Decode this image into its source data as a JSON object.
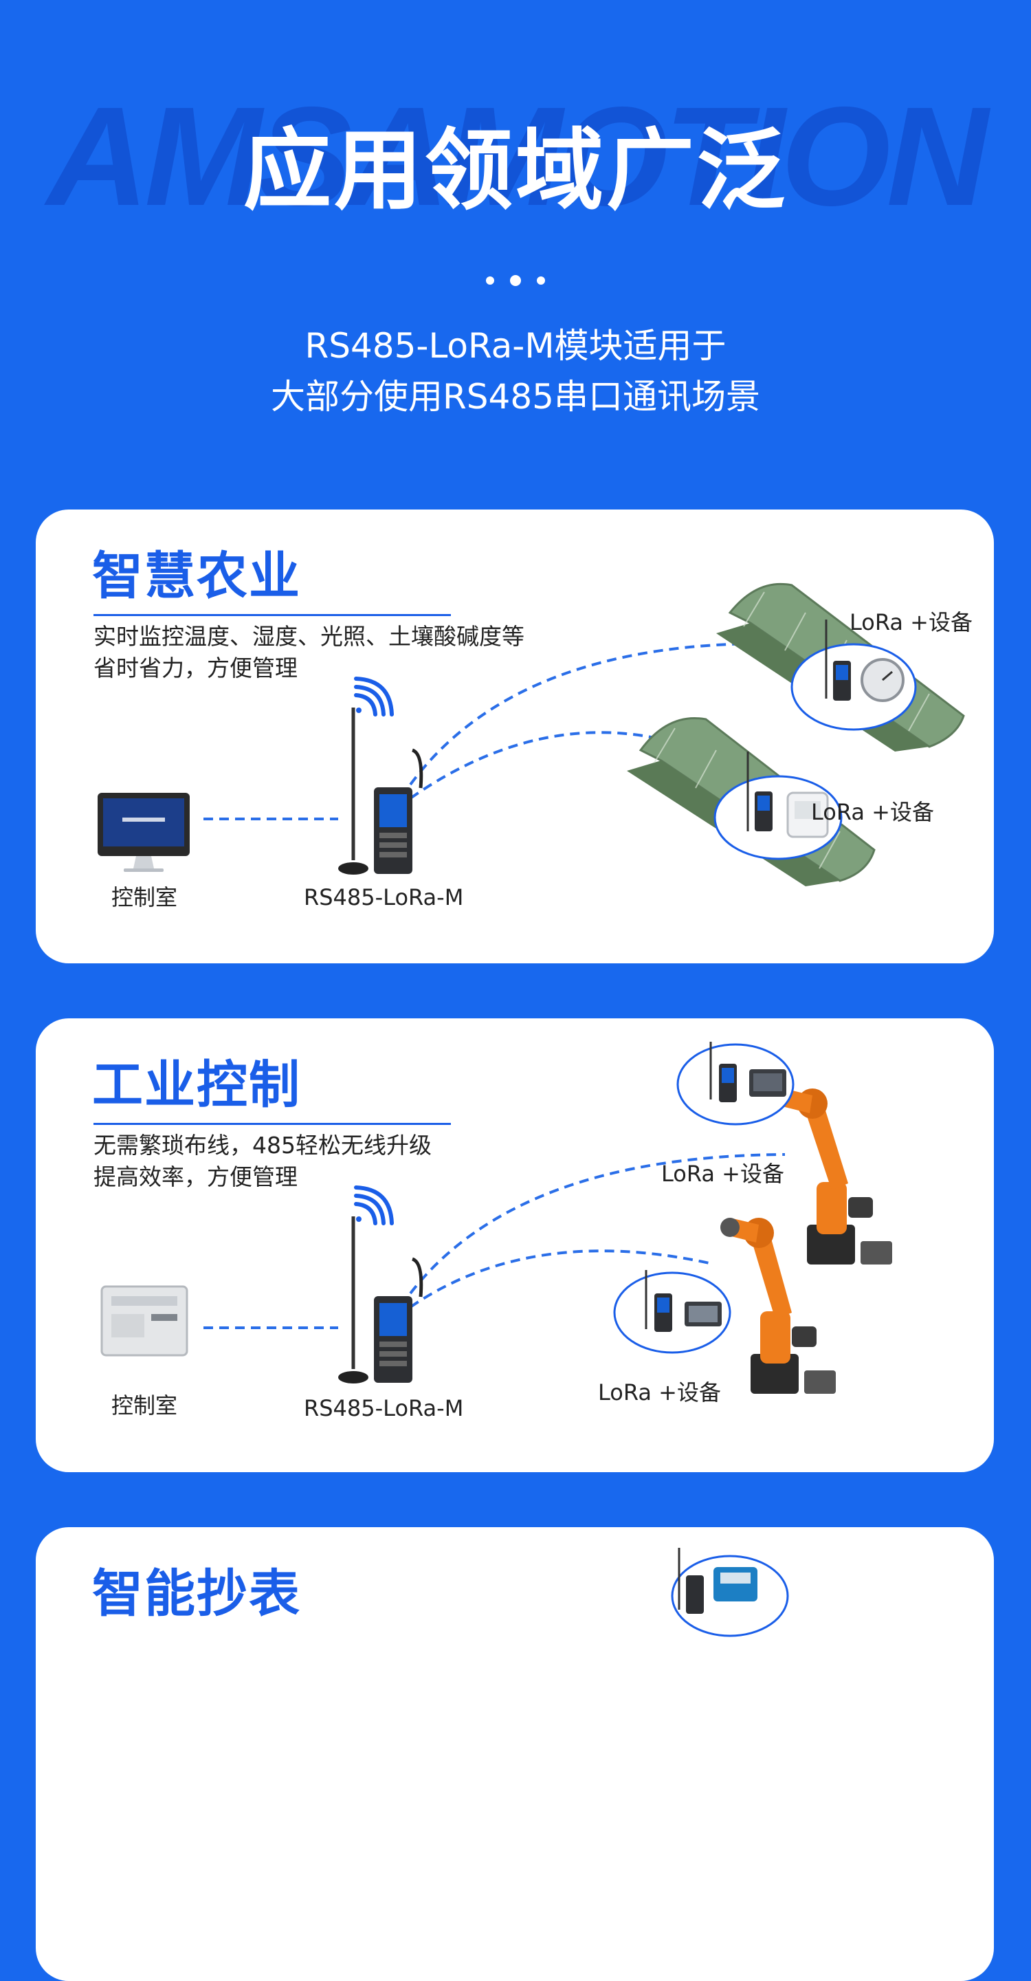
{
  "hero": {
    "watermark": "AMSAMOTION",
    "title": "应用领域广泛",
    "subtitle_line1": "RS485-LoRa-M模块适用于",
    "subtitle_line2": "大部分使用RS485串口通讯场景"
  },
  "cards": [
    {
      "title": "智慧农业",
      "desc_line1": "实时监控温度、湿度、光照、土壤酸碱度等",
      "desc_line2": "省时省力，方便管理",
      "control_label": "控制室",
      "module_label": "RS485-LoRa-M",
      "device_label_1": "LoRa +设备",
      "device_label_2": "LoRa +设备"
    },
    {
      "title": "工业控制",
      "desc_line1": "无需繁琐布线，485轻松无线升级",
      "desc_line2": "提高效率，方便管理",
      "control_label": "控制室",
      "module_label": "RS485-LoRa-M",
      "device_label_1": "LoRa +设备",
      "device_label_2": "LoRa +设备"
    },
    {
      "title": "智能抄表"
    }
  ],
  "colors": {
    "background": "#1868ee",
    "watermark": "#1254d6",
    "accent": "#1a5ee8",
    "card": "#ffffff",
    "robot_orange": "#ee7d1c",
    "dashed_line": "#2a6ee8"
  },
  "icons": [
    "wifi-signal-icon",
    "antenna-icon",
    "monitor-icon",
    "plc-icon",
    "greenhouse-icon",
    "robot-arm-icon",
    "thermometer-gauge-icon",
    "hygrometer-icon",
    "touch-panel-icon",
    "meter-icon"
  ]
}
